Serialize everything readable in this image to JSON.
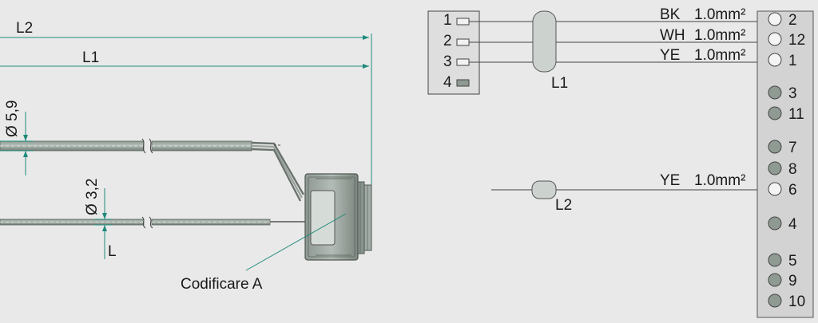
{
  "drawing": {
    "dimensions": {
      "l2": "L2",
      "l1": "L1",
      "dia_large": "Ø 5,9",
      "dia_small": "Ø 3,2",
      "l": "L"
    },
    "callout": "Codificare A"
  },
  "wiring": {
    "connector_pins": [
      "1",
      "2",
      "3",
      "4"
    ],
    "cable_l1": "L1",
    "cable_l2": "L2",
    "wires": [
      {
        "color": "BK",
        "size": "1.0mm²",
        "terminal": "2"
      },
      {
        "color": "WH",
        "size": "1.0mm²",
        "terminal": "12"
      },
      {
        "color": "YE",
        "size": "1.0mm²",
        "terminal": "1"
      },
      {
        "color": "YE",
        "size": "1.0mm²",
        "terminal": "6"
      }
    ],
    "terminals": [
      "2",
      "12",
      "1",
      "3",
      "11",
      "7",
      "8",
      "6",
      "4",
      "5",
      "9",
      "10"
    ]
  }
}
